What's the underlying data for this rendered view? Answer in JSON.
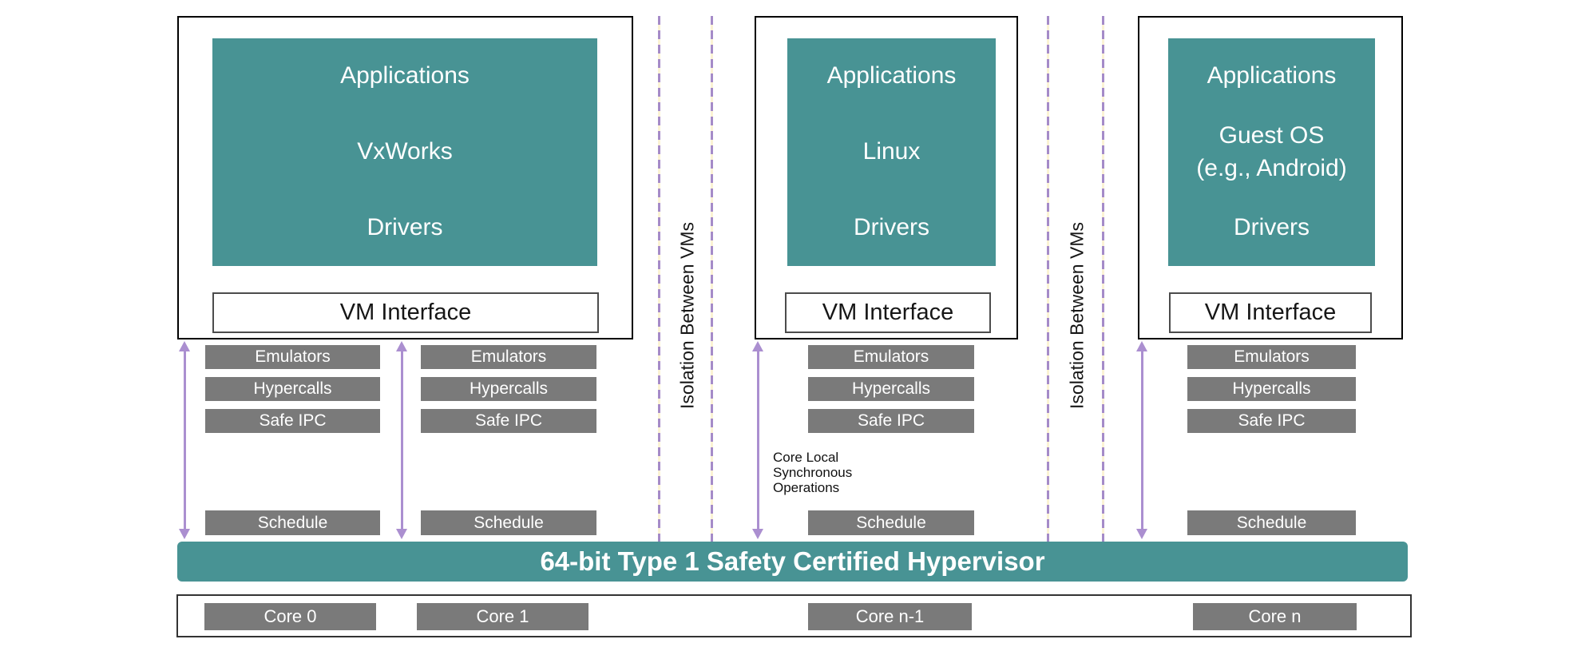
{
  "diagram": {
    "colors": {
      "teal": "#489394",
      "box_gray": "#7a7a7a",
      "arrow_purple": "#ab8fd0",
      "dash_purple": "#a58bc8",
      "dash_cream": "#fbf3d4"
    },
    "vms": [
      {
        "app": "Applications",
        "os": [
          "VxWorks"
        ],
        "drivers": "Drivers",
        "interface": "VM Interface"
      },
      {
        "app": "Applications",
        "os": [
          "Linux"
        ],
        "drivers": "Drivers",
        "interface": "VM Interface"
      },
      {
        "app": "Applications",
        "os": [
          "Guest OS",
          "(e.g., Android)"
        ],
        "drivers": "Drivers",
        "interface": "VM Interface"
      }
    ],
    "services": {
      "emulators": "Emulators",
      "hypercalls": "Hypercalls",
      "safe_ipc": "Safe IPC",
      "schedule": "Schedule"
    },
    "isolation_label": "Isolation Between VMs",
    "core_local_note": "Core Local\nSynchronous\nOperations",
    "hypervisor_title": "64-bit Type 1 Safety Certified Hypervisor",
    "cores": [
      "Core 0",
      "Core 1",
      "Core n-1",
      "Core n"
    ]
  }
}
